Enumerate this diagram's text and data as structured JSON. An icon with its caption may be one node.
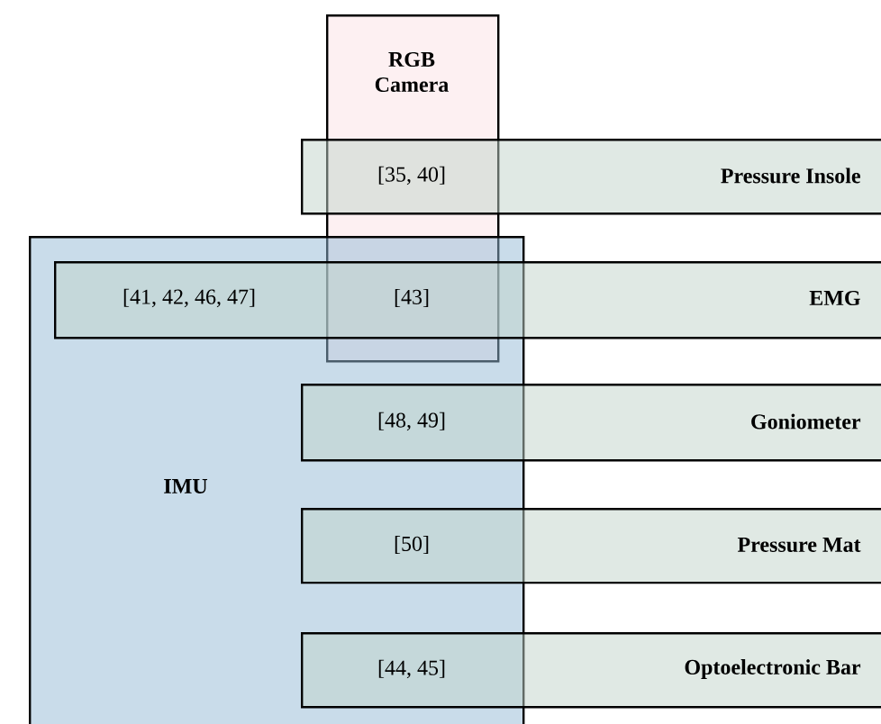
{
  "diagram": {
    "nodes": [
      {
        "text": [
          "RGB Camera"
        ]
      },
      {
        "text": [
          "Pressure Insole"
        ]
      },
      {
        "text": [
          "IMU"
        ]
      },
      {
        "text": [
          "EMG"
        ]
      },
      {
        "text": [
          "Goniometer"
        ]
      },
      {
        "text": [
          "Pressure Mat"
        ]
      },
      {
        "text": [
          "Optoelectronic Bar"
        ]
      }
    ],
    "labels": [
      "[35, 40]",
      "[41, 42, 46, 47]",
      "[43]",
      "[48, 49]",
      "[50]",
      "[44, 45]"
    ]
  }
}
